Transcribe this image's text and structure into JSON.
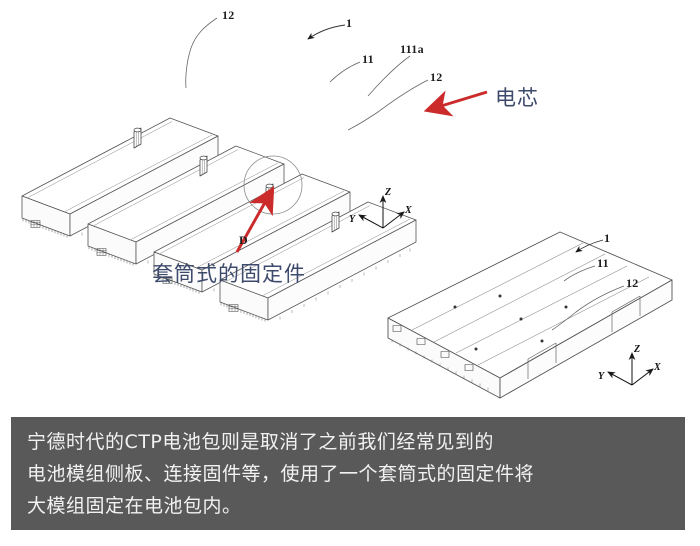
{
  "figure": {
    "type": "patent-line-drawing",
    "subject": "CTP battery pack modules - exploded and assembled isometric views",
    "reference_labels": {
      "top_left_12": "12",
      "top_arrow_1": "1",
      "mid_11": "11",
      "mid_111a": "111a",
      "mid_12": "12",
      "detail_circle_D": "D",
      "bottom_right_1": "1",
      "bottom_right_11": "11",
      "bottom_right_12": "12"
    },
    "axes_upper": {
      "x": "X",
      "y": "Y",
      "z": "Z"
    },
    "axes_lower": {
      "x": "X",
      "y": "Y",
      "z": "Z"
    }
  },
  "annotations": {
    "cell_label": "电芯",
    "fastener_label": "套筒式的固定件",
    "callout_color": "#cc2b2b",
    "text_color": "#3d4a6b"
  },
  "caption": {
    "background": "#595959",
    "text": "宁德时代的CTP电池包则是取消了之前我们经常见到的\n电池模组侧板、连接固件等，使用了一个套筒式的固定件将\n大模组固定在电池包内。"
  }
}
